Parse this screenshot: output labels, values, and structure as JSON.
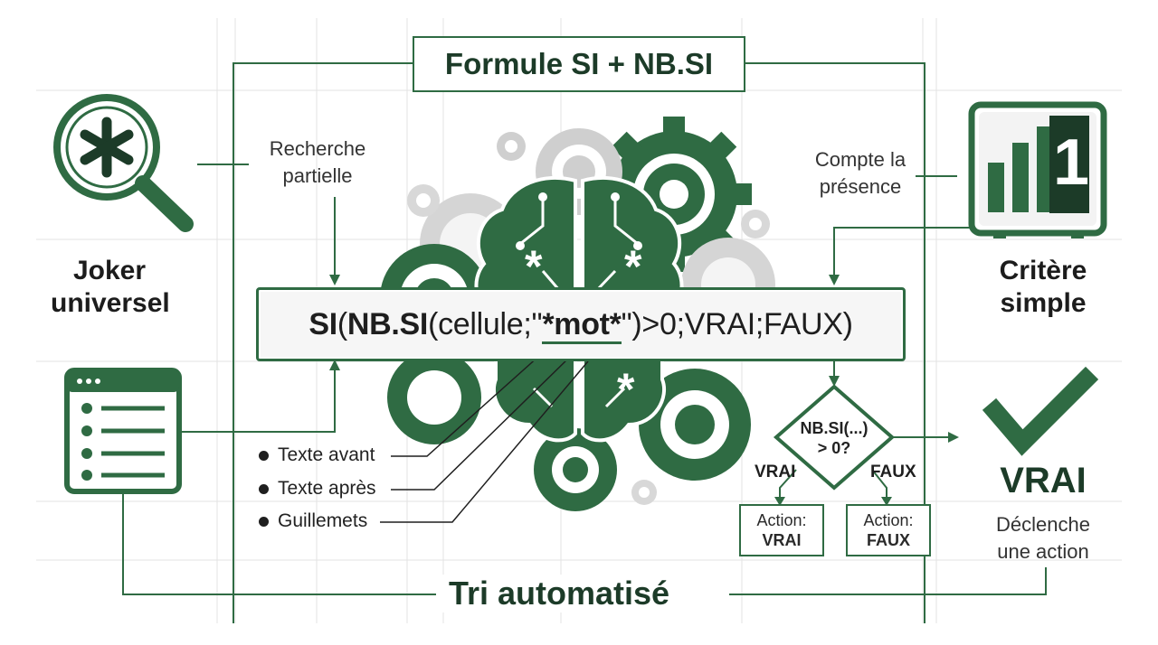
{
  "title": "Formule SI + NB.SI",
  "formula": {
    "prefix_fn1": "SI",
    "paren1": "(",
    "fn2": "NB.SI",
    "paren2": "(cellule;",
    "quote_open": "\"",
    "mot": "*mot*",
    "rest": "\")>0;VRAI;FAUX)"
  },
  "left_top": {
    "label_line1": "Joker",
    "label_line2": "universel",
    "icon": "magnifier-asterisk-icon"
  },
  "recherche": {
    "line1": "Recherche",
    "line2": "partielle"
  },
  "compte": {
    "line1": "Compte la",
    "line2": "présence"
  },
  "right_top": {
    "label_line1": "Critère",
    "label_line2": "simple",
    "icon": "bar-chart-counter-icon",
    "counter": "1"
  },
  "bullets": [
    "Texte avant",
    "Texte après",
    "Guillemets"
  ],
  "list_icon": "list-window-icon",
  "decision": {
    "line1": "NB.SI(...)",
    "line2": "> 0?",
    "yes": "VRAI",
    "no": "FAUX",
    "action_label": "Action:",
    "action_yes": "VRAI",
    "action_no": "FAUX"
  },
  "result": {
    "icon": "checkmark-icon",
    "value": "VRAI",
    "desc_line1": "Déclenche",
    "desc_line2": "une action"
  },
  "bottom": "Tri automatisé",
  "colors": {
    "primary": "#2f6b43",
    "dark": "#1c3b28",
    "light_gray": "#d9d9d9",
    "gear_gray": "#e6e6e6"
  }
}
